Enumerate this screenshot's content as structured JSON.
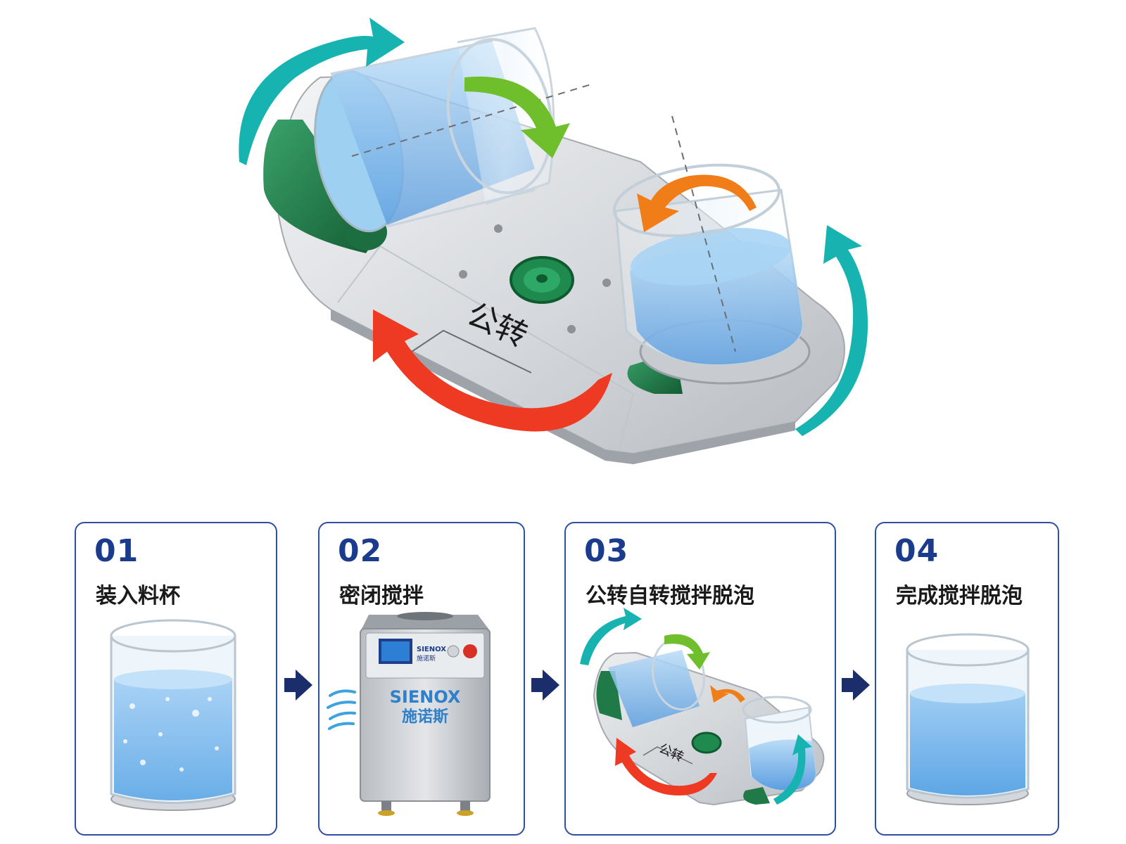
{
  "hero": {
    "revolution_label": "公转"
  },
  "steps": [
    {
      "number": "01",
      "title": "装入料杯"
    },
    {
      "number": "02",
      "title": "密闭搅拌"
    },
    {
      "number": "03",
      "title": "公转自转搅拌脱泡"
    },
    {
      "number": "04",
      "title": "完成搅拌脱泡"
    }
  ],
  "machine": {
    "brand_en": "SIENOX",
    "brand_cn": "施诺斯",
    "panel_brand_en": "SIENOX",
    "panel_brand_cn": "施诺斯"
  },
  "mini": {
    "revolution_label": "公转"
  },
  "icons": [
    "next-step-arrow-icon",
    "airflow-icon",
    "rotation-arrow-icon"
  ],
  "colors": {
    "accent_blue": "#1b3c8c",
    "card_border": "#2f4fa3",
    "teal_arrow": "#17b3b0",
    "green_arrow": "#6fbf2c",
    "orange_arrow": "#f07d17",
    "red_arrow": "#ee3a22",
    "platform_green": "#1f7a48",
    "water_blue": "#7fb9ea"
  }
}
